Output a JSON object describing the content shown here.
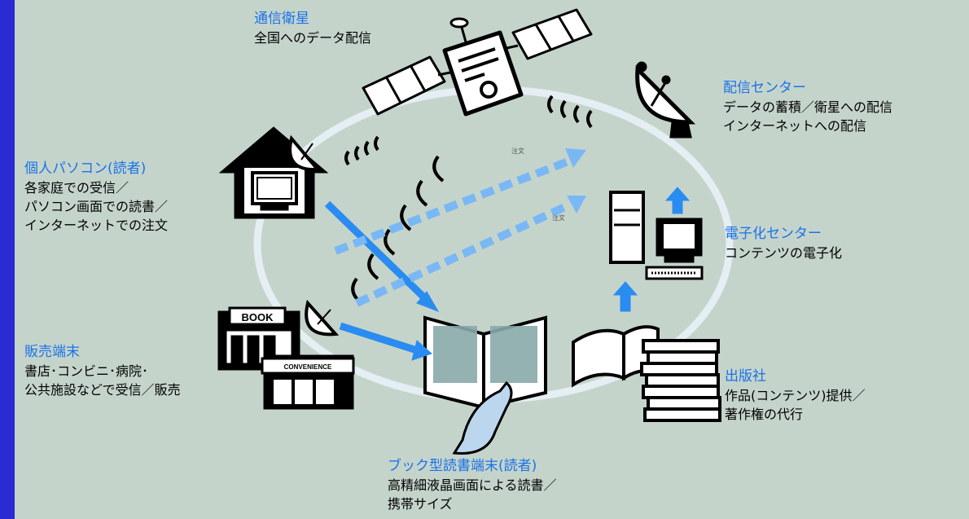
{
  "colors": {
    "frame": "#2b2bd4",
    "panel": "#c5d4cb",
    "label_title": "#1a73e8",
    "orbit": "#e4eef3",
    "arrow": "#2a8cf0",
    "dashed_arrow": "#7ab8f5"
  },
  "nodes": {
    "satellite": {
      "title": "通信衛星",
      "lines": [
        "全国へのデータ配信"
      ],
      "icon": "satellite-icon"
    },
    "distribution_center": {
      "title": "配信センター",
      "lines": [
        "データの蓄積／衛星への配信",
        "インターネットへの配信"
      ],
      "icon": "antenna-dish-icon"
    },
    "personal_pc": {
      "title": "個人パソコン(読者)",
      "lines": [
        "各家庭での受信／",
        "パソコン画面での読書／",
        "インターネットでの注文"
      ],
      "icon": "house-pc-icon"
    },
    "digitization_center": {
      "title": "電子化センター",
      "lines": [
        "コンテンツの電子化"
      ],
      "icon": "computer-icon"
    },
    "sales_terminal": {
      "title": "販売端末",
      "lines": [
        "書店･コンビニ･病院･",
        "公共施設などで受信／販売"
      ],
      "icon": "store-icon",
      "book_sign": "BOOK",
      "convenience_sign": "CONVENIENCE"
    },
    "publisher": {
      "title": "出版社",
      "lines": [
        "作品(コンテンツ)提供／",
        "著作権の代行"
      ],
      "icon": "books-icon"
    },
    "book_reader": {
      "title": "ブック型読書端末(読者)",
      "lines": [
        "高精細液晶画面による読書／",
        "携帯サイズ"
      ],
      "icon": "book-reader-icon"
    }
  },
  "order_marks": [
    "注文",
    "注文"
  ]
}
